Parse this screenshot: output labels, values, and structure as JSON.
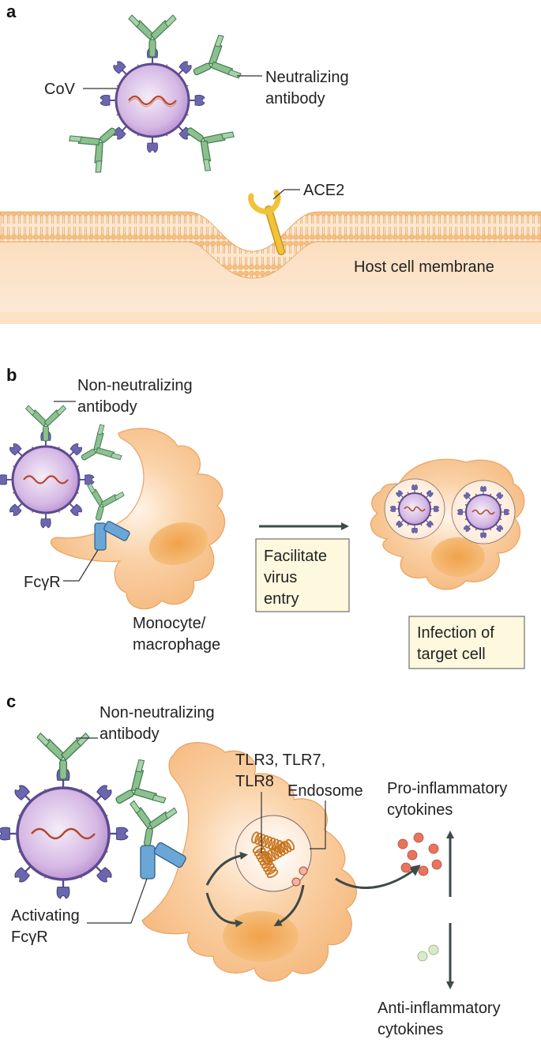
{
  "panels": [
    {
      "letter": "a",
      "labels": {
        "cov": "CoV",
        "neutralizing": [
          "Neutralizing",
          "antibody"
        ],
        "ace2": "ACE2",
        "membrane": "Host cell membrane"
      }
    },
    {
      "letter": "b",
      "labels": {
        "non_neutralizing": [
          "Non-neutralizing",
          "antibody"
        ],
        "fcgr": "FcγR",
        "monocyte": [
          "Monocyte/",
          "macrophage"
        ],
        "facilitate": [
          "Facilitate",
          "virus",
          "entry"
        ],
        "infection": [
          "Infection of",
          "target cell"
        ]
      }
    },
    {
      "letter": "c",
      "labels": {
        "non_neutralizing": [
          "Non-neutralizing",
          "antibody"
        ],
        "tlr": [
          "TLR3, TLR7,",
          "TLR8"
        ],
        "endosome": "Endosome",
        "pro": [
          "Pro-inflammatory",
          "cytokines"
        ],
        "anti": [
          "Anti-inflammatory",
          "cytokines"
        ],
        "activating": [
          "Activating",
          "FcγR"
        ]
      }
    }
  ],
  "colors": {
    "virus_fill": "#c9a6db",
    "virus_stroke": "#5b4c8f",
    "rna": "#b5462a",
    "antibody": "#8cc08e",
    "antibody_stroke": "#3f7a4f",
    "spike": "#6b66ad",
    "cell_fill": "#f8c896",
    "cell_stroke": "#e59a55",
    "nucleus": "#eca04e",
    "ace2": "#f2c23a",
    "fcgr": "#6aa6d6",
    "arrow": "#3d4a4a",
    "pro_cytokine": "#e8745e",
    "anti_cytokine": "#d8ebc8"
  }
}
